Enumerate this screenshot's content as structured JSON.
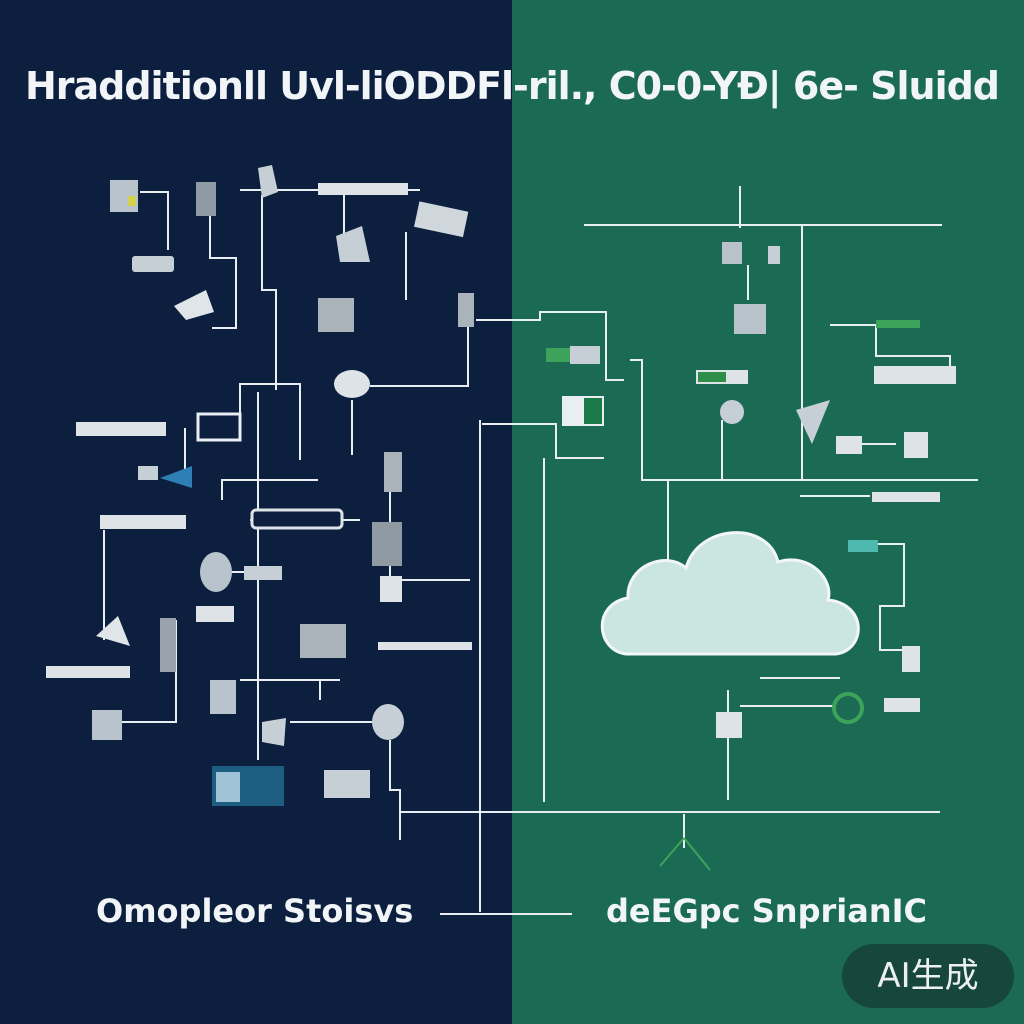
{
  "title": "Hradditionll  Uvl-liODDFl-ril., C0-0-YÐ| 6e- Sluidd",
  "left_panel": {
    "caption": "Omopleor Stoisvs",
    "background": "#0c1f3e"
  },
  "right_panel": {
    "caption": "deEGpc SnprianIC",
    "background": "#1a6a54"
  },
  "colors": {
    "line": "#e8eef2",
    "cloud_fill": "#cbe6e1",
    "accent_green": "#3ea35a",
    "device_gray": "#9aa3ab"
  },
  "watermark": "AI生成"
}
